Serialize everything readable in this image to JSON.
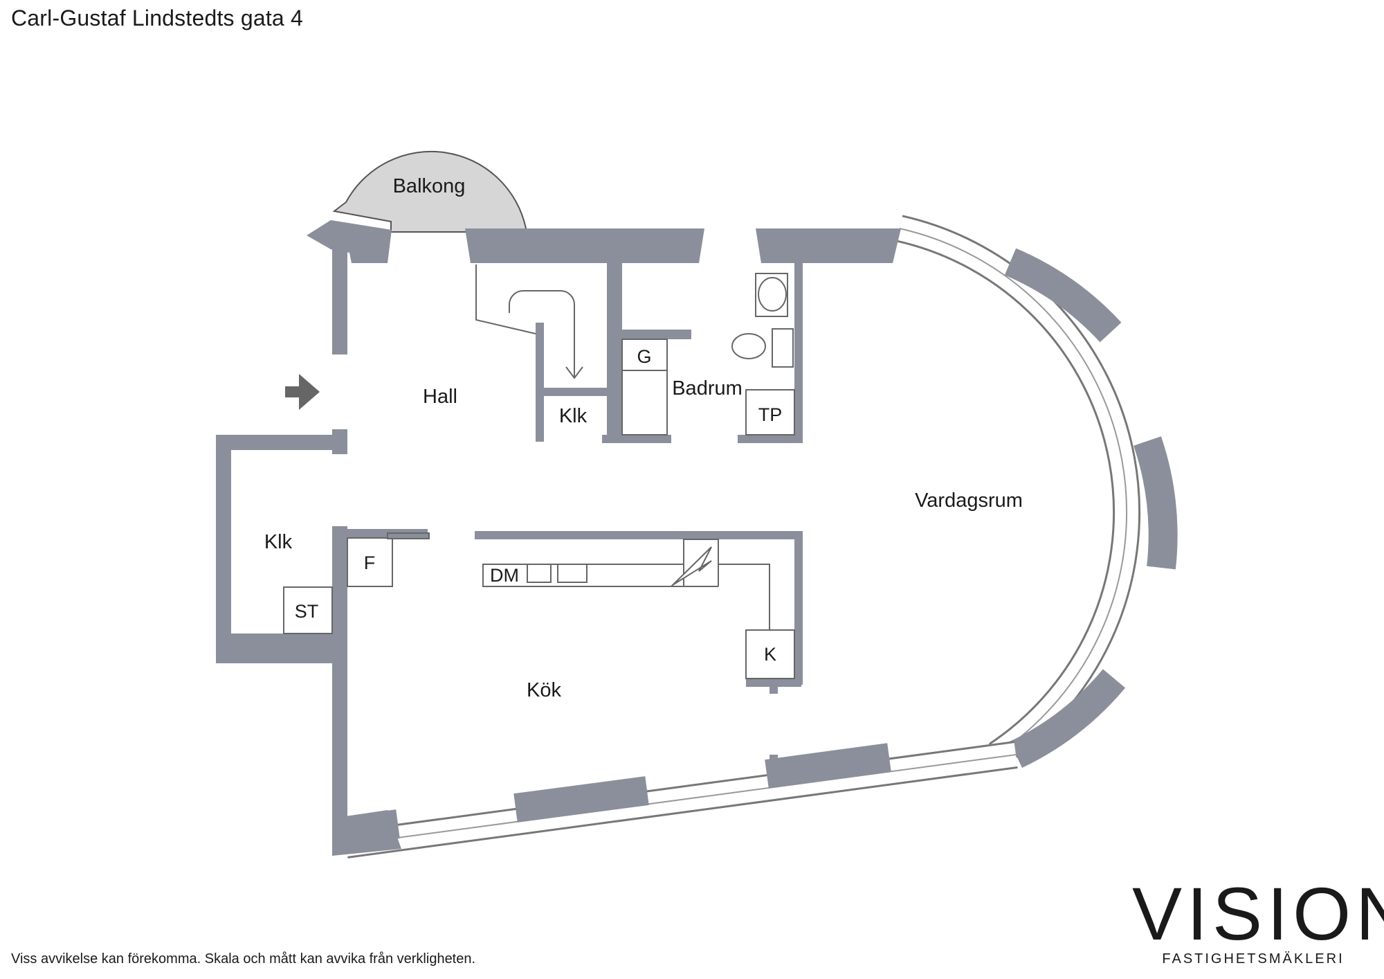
{
  "header": {
    "address": "Carl-Gustaf Lindstedts gata 4"
  },
  "rooms": {
    "balkong": "Balkong",
    "hall": "Hall",
    "klk_hall": "Klk",
    "badrum": "Badrum",
    "vardagsrum": "Vardagsrum",
    "klk_left": "Klk",
    "kok": "Kök"
  },
  "fixtures": {
    "g": "G",
    "tp": "TP",
    "f": "F",
    "st": "ST",
    "dm": "DM",
    "k": "K"
  },
  "footer": {
    "disclaimer": "Viss avvikelse kan förekomma. Skala och mått kan avvika från verkligheten."
  },
  "logo": {
    "name": "VISION",
    "tagline": "FASTIGHETSMÄKLERI"
  },
  "colors": {
    "wall": "#8a8f9b",
    "balcony": "#d6d6d6",
    "line": "#555555"
  }
}
